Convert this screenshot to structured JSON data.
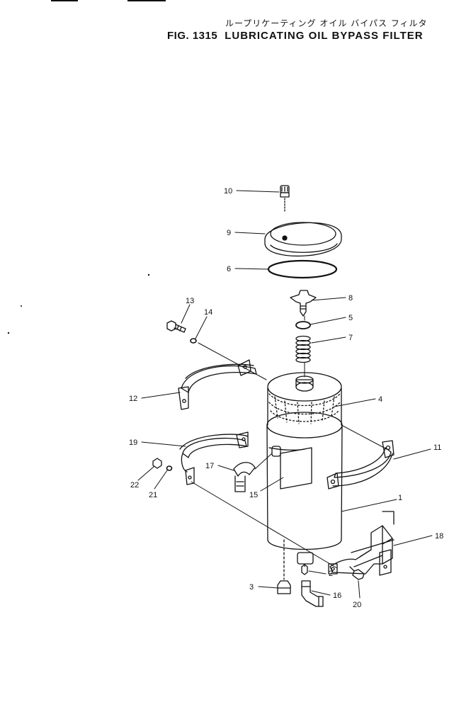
{
  "header": {
    "japanese_title": "ループリケーティング オイル バイパス フィルタ",
    "figure_number": "FIG. 1315",
    "title": "LUBRICATING OIL BYPASS FILTER"
  },
  "callouts": [
    {
      "id": "c10",
      "text": "10"
    },
    {
      "id": "c9",
      "text": "9"
    },
    {
      "id": "c6",
      "text": "6"
    },
    {
      "id": "c8",
      "text": "8"
    },
    {
      "id": "c5",
      "text": "5"
    },
    {
      "id": "c7",
      "text": "7"
    },
    {
      "id": "c13",
      "text": "13"
    },
    {
      "id": "c14",
      "text": "14"
    },
    {
      "id": "c12",
      "text": "12"
    },
    {
      "id": "c4",
      "text": "4"
    },
    {
      "id": "c11",
      "text": "11"
    },
    {
      "id": "c19",
      "text": "19"
    },
    {
      "id": "c17",
      "text": "17"
    },
    {
      "id": "c22",
      "text": "22"
    },
    {
      "id": "c21",
      "text": "21"
    },
    {
      "id": "c15",
      "text": "15"
    },
    {
      "id": "c1",
      "text": "1"
    },
    {
      "id": "c18",
      "text": "18"
    },
    {
      "id": "c2",
      "text": "2"
    },
    {
      "id": "c3",
      "text": "3"
    },
    {
      "id": "c16",
      "text": "16"
    },
    {
      "id": "c20",
      "text": "20"
    }
  ]
}
